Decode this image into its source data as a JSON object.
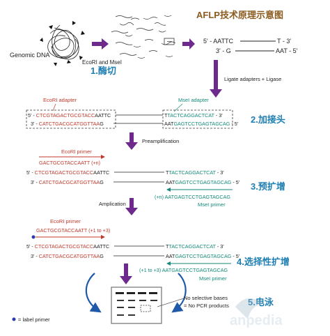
{
  "title": "AFLP技术原理示意图",
  "genomic_dna_label": "Genomic DNA",
  "enzymes_label": "EcoRI and MseI",
  "fragment": {
    "top_left": "5' - AATTC",
    "top_right": "T - 3'",
    "bottom_left": "3' - G",
    "bottom_right": "AAT - 5'"
  },
  "ligate_label": "Ligate adapters + Ligase",
  "steps": {
    "s1": "1.酶切",
    "s2": "2.加接头",
    "s3": "3.预扩增",
    "s4": "4.选择性扩增",
    "s5": "5.电泳"
  },
  "adapter": {
    "ecori_label": "EcoRI adapter",
    "msei_label": "MseI adapter",
    "l1_prefix": "5' - ",
    "l1_red": "CTCGTAGACTGCGTACC",
    "l1_black": "AATTC",
    "l2_prefix": "3' - ",
    "l2_red": "CATCTGACGCATGGTTAA",
    "l2_black": "G",
    "r1_black": "T",
    "r1_teal": "TACTCAGGACTCAT",
    "r1_suffix": " - 3'",
    "r2_black": "AAT",
    "r2_teal": "GAGTCCTGAGTAGCAG",
    "r2_suffix": " - 5'"
  },
  "preamp": {
    "label": "Preamplification",
    "primer_label": "EcoRI primer",
    "primer_seq": "GACTGCGTACCAATT (+n)",
    "l1_prefix": "5' - ",
    "l1_red": "CTCGTAGACTGCGTACC",
    "l1_black": "AATTC",
    "l2_prefix": "3' - ",
    "l2_red": "CATCTGACGCATGGTTAA",
    "l2_black": "G",
    "r1_black": "T",
    "r1_teal": "TACTCAGGACTCAT",
    "r1_suffix": " - 3'",
    "r2_black": "AAT",
    "r2_teal": "GAGTCCTGAGTAGCAG",
    "r2_suffix": " - 5'",
    "msei_seq": "(+n) AATGAGTCCTGAGTAGCAG",
    "msei_label": "MseI primer"
  },
  "amp": {
    "label": "Amplication",
    "primer_label": "EcoRI primer",
    "primer_seq": "GACTGCGTACCAATT (+1 to +3)",
    "l1_prefix": "5' - ",
    "l1_red": "CTCGTAGACTGCGTACC",
    "l1_black": "AATTC",
    "l2_prefix": "3' - ",
    "l2_red": "CATCTGACGCATGGTTAA",
    "l2_black": "G",
    "r1_black": "T",
    "r1_teal": "TACTCAGGACTCAT",
    "r1_suffix": " - 3'",
    "r2_black": "AAT",
    "r2_teal": "GAGTCCTGAGTAGCAG",
    "r2_suffix": " - 5'",
    "msei_seq": "(+1 to +3) AATGAGTCCTGAGTAGCAG",
    "msei_label": "MseI primer"
  },
  "gel": {
    "note_line1": "No selective bases",
    "note_line2": "= No PCR products"
  },
  "legend": {
    "label": "= label primer"
  },
  "watermark": "anpedia",
  "colors": {
    "title": "#8a5a1e",
    "step": "#1f7fb3",
    "red": "#c0392b",
    "teal": "#138a7a",
    "arrow_purple": "#6d2a8c",
    "arrow_blue": "#1e5aa8",
    "label_dot": "#2b3bb0"
  }
}
